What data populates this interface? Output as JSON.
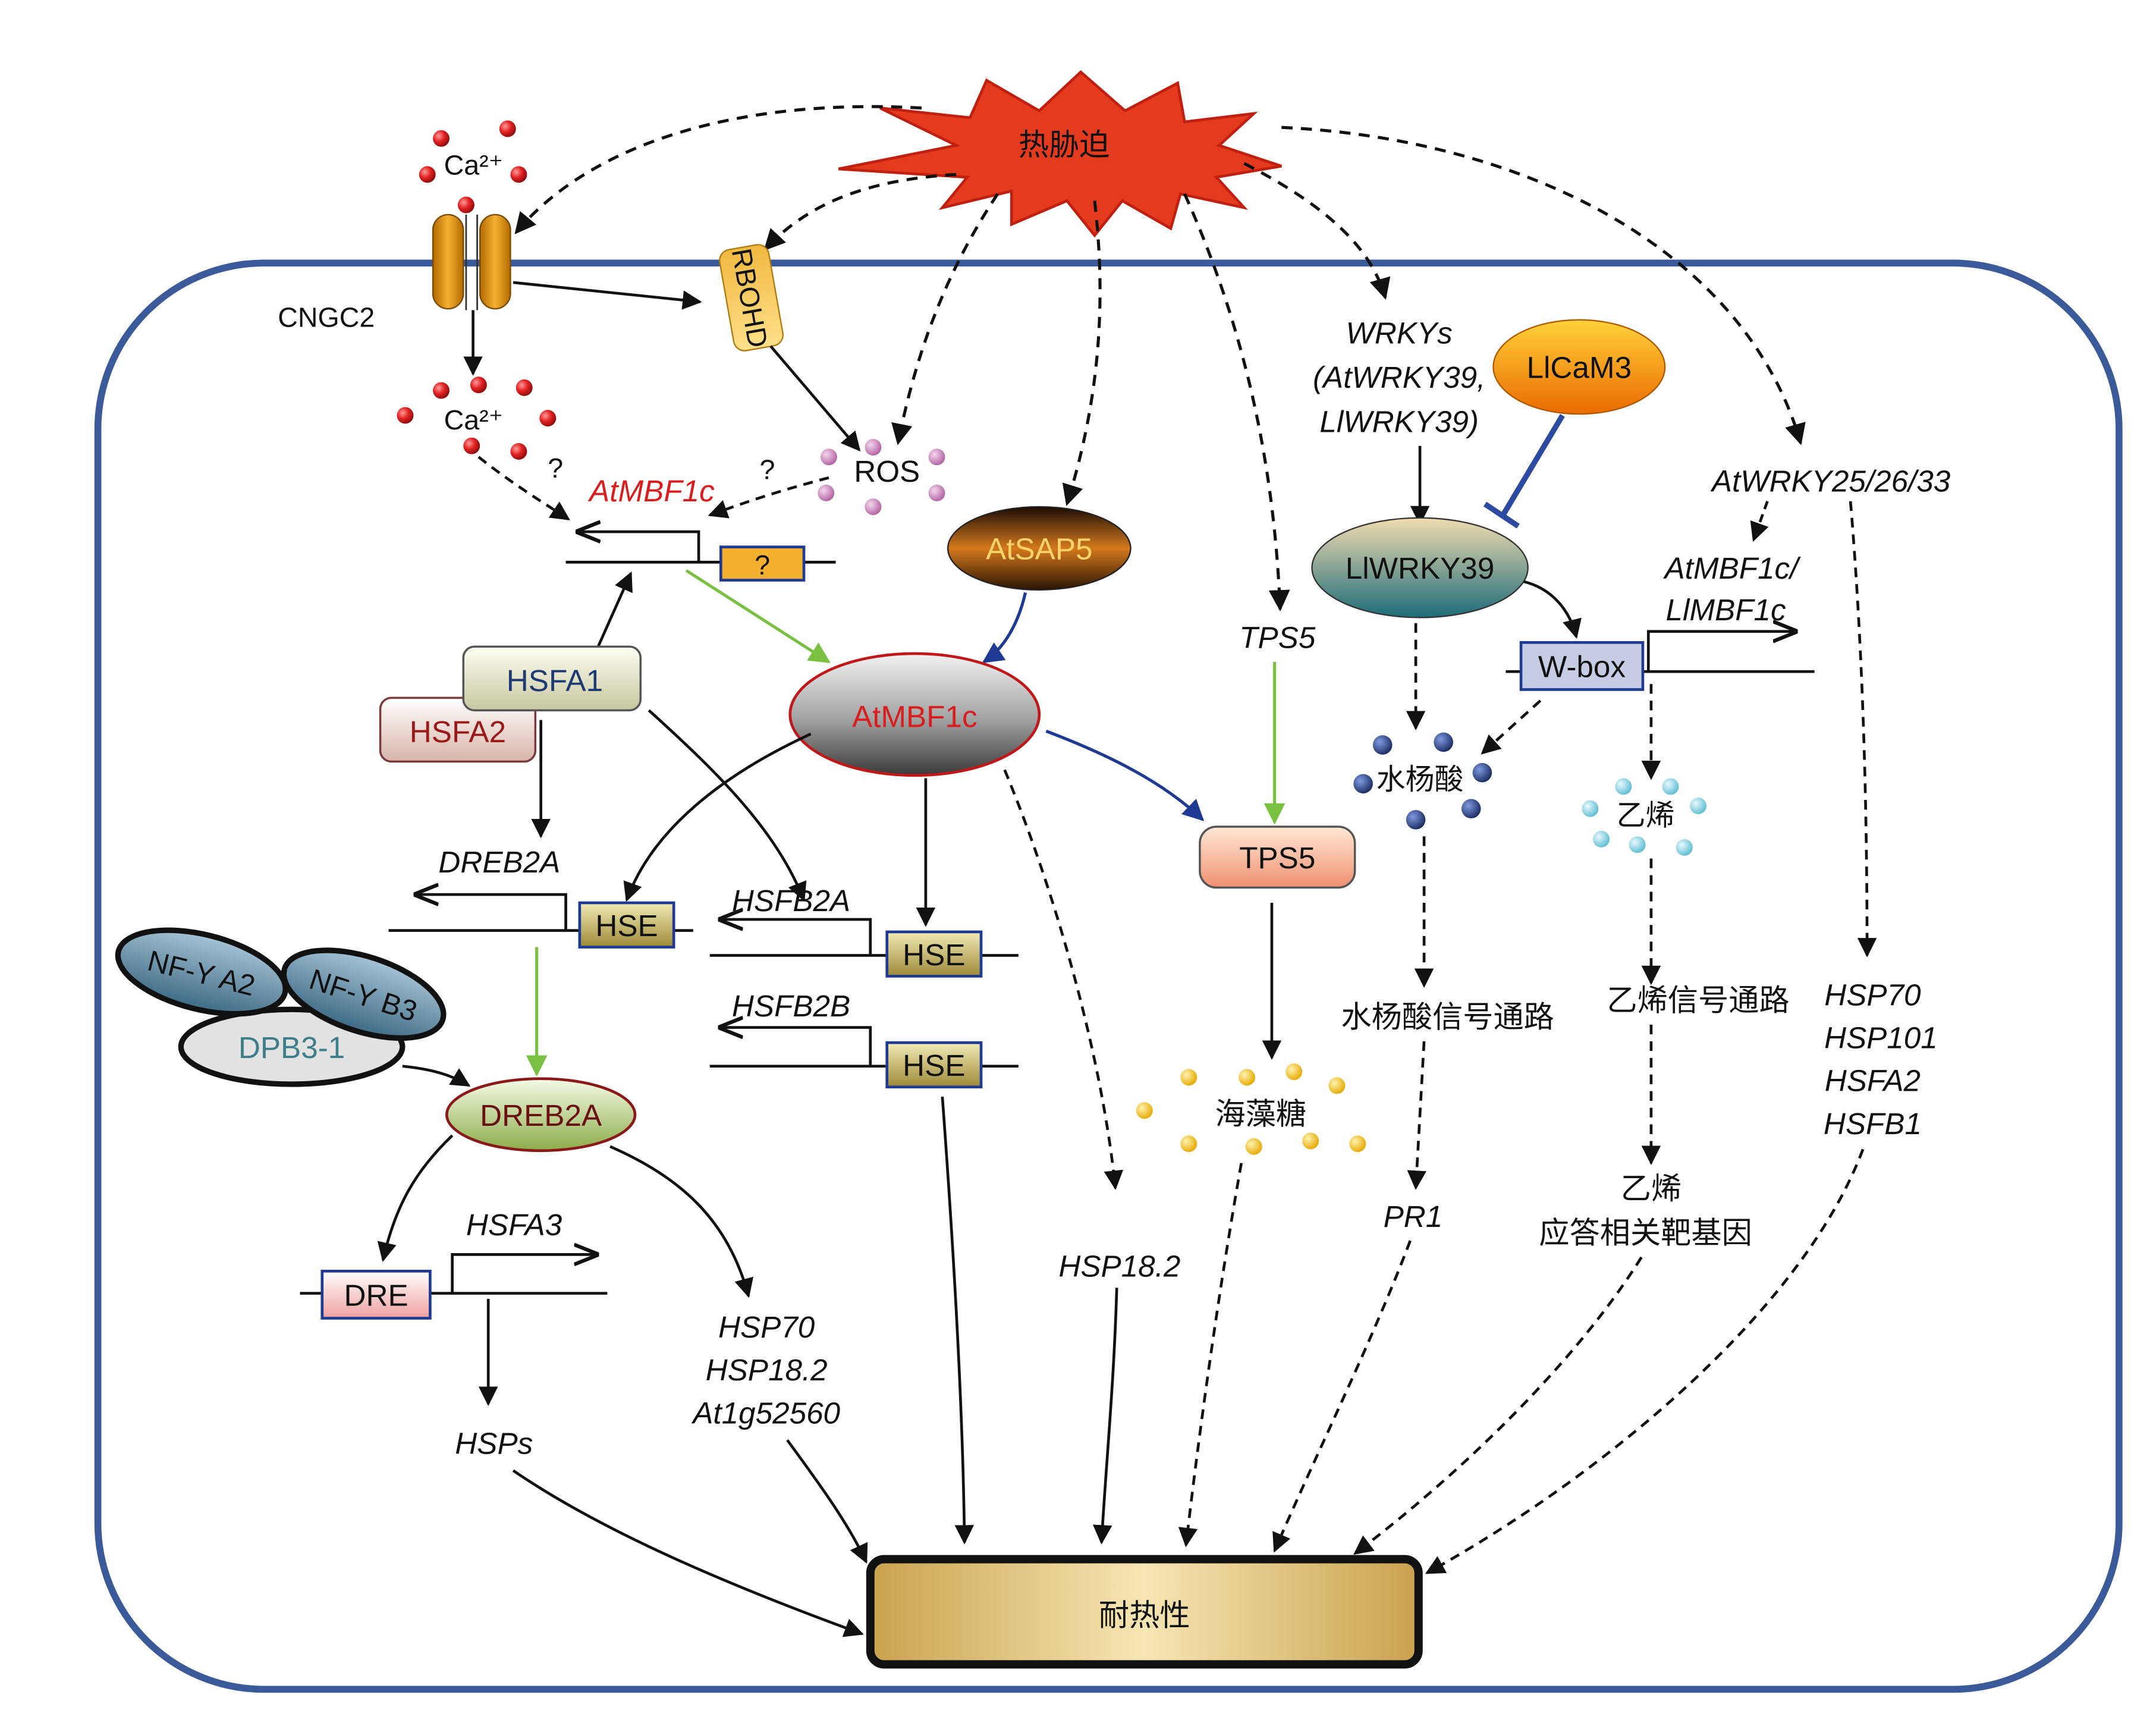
{
  "stress": "热胁迫",
  "tolerance": "耐热性",
  "ca_outside": "Ca²⁺",
  "ca_inside": "Ca²⁺",
  "cngc2": "CNGC2",
  "rbohd": "RBOHD",
  "ros": "ROS",
  "question_marks": [
    "?",
    "?"
  ],
  "promoter_box": "?",
  "atmbf1c_gene": "AtMBF1c",
  "atmbf1c_protein": "AtMBF1c",
  "atsap5": "AtSAP5",
  "hsfa1": "HSFA1",
  "hsfa2": "HSFA2",
  "dreb2a_gene": "DREB2A",
  "dreb2a_protein": "DREB2A",
  "hse": [
    "HSE",
    "HSE",
    "HSE"
  ],
  "hsfb2a": "HSFB2A",
  "hsfb2b": "HSFB2B",
  "nfy_a2": "NF-Y A2",
  "nfy_b3": "NF-Y B3",
  "dpb3_1": "DPB3-1",
  "dre": "DRE",
  "hsfa3": "HSFA3",
  "hsps": "HSPs",
  "dreb_targets": [
    "HSP70",
    "HSP18.2",
    "At1g52560"
  ],
  "hsp18_2": "HSP18.2",
  "tps5_gene": "TPS5",
  "tps5_protein": "TPS5",
  "trehalose": "海藻糖",
  "wrkys": [
    "WRKYs",
    "(AtWRKY39,",
    "LlWRKY39)"
  ],
  "llcam3": "LlCaM3",
  "llwrky39": "LlWRKY39",
  "wbox": "W-box",
  "salicylic_acid": "水杨酸",
  "sa_pathway": "水杨酸信号通路",
  "pr1": "PR1",
  "ethylene": "乙烯",
  "ethylene_pathway": "乙烯信号通路",
  "ethylene_targets": [
    "乙烯",
    "应答相关靶基因"
  ],
  "atwrky25": "AtWRKY25/26/33",
  "mbf1c_pair": [
    "AtMBF1c/",
    "LlMBF1c"
  ],
  "wrky25_targets": [
    "HSP70",
    "HSP101",
    "HSFA2",
    "HSFB1"
  ],
  "colors": {
    "membrane": "#3b5a9a",
    "activate_arrow": "#111111",
    "green_arrow": "#7ac143",
    "blue_arrow": "#1f3a93",
    "inhibit": "#2c4aa0",
    "ca_ion": "#d81e1e",
    "ros_dot": "#c27bb0",
    "sa_dot": "#2b3f7f",
    "ethylene_dot": "#7fd0e0",
    "trehalose_dot": "#f0c020",
    "gene_label_red": "#d81e1e",
    "burst": "#e43a1e"
  }
}
